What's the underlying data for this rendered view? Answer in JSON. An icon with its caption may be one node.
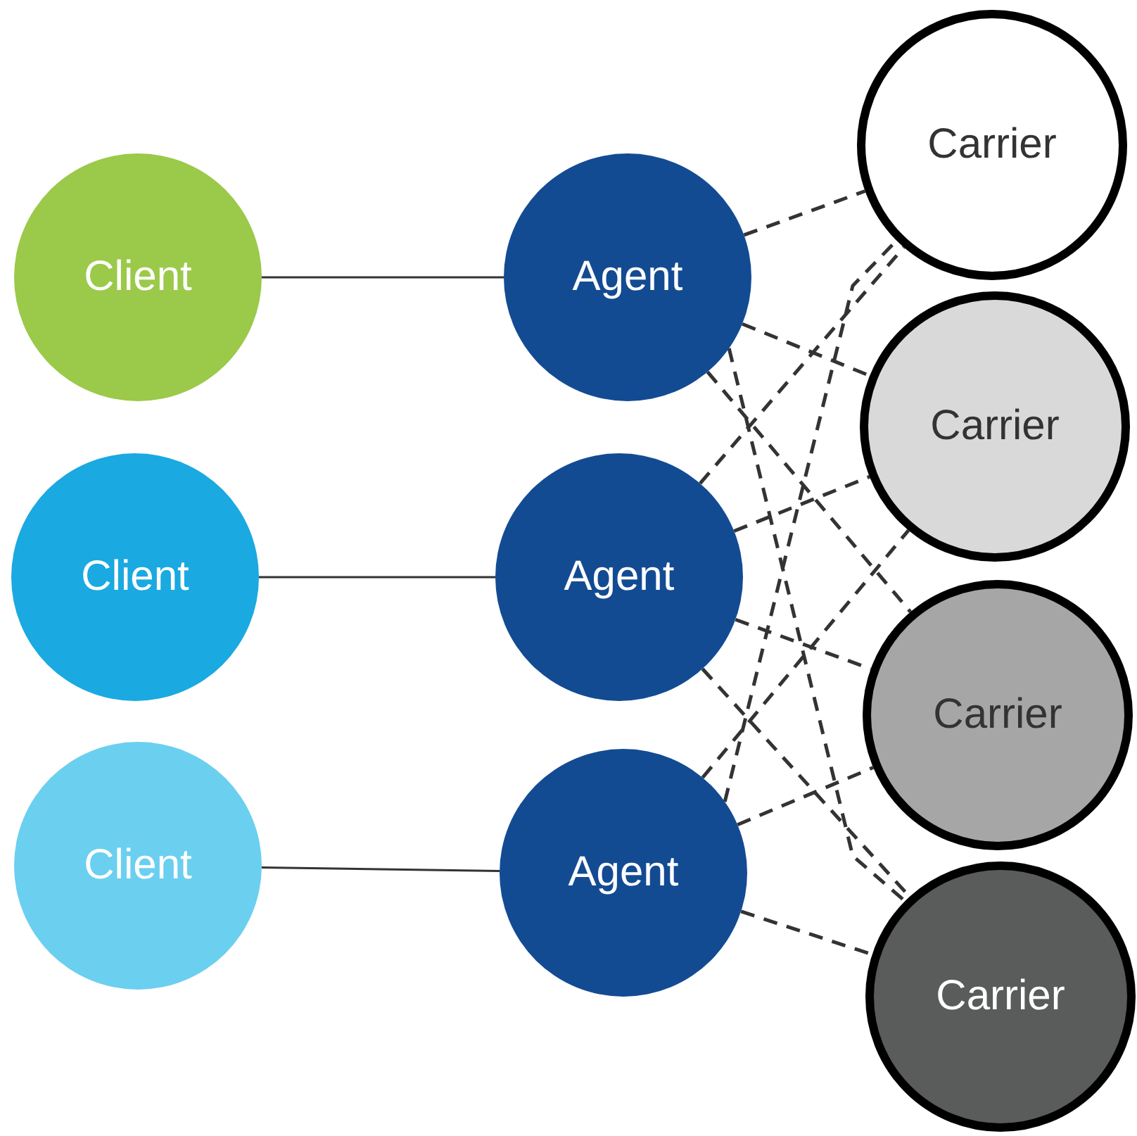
{
  "diagram": {
    "nodes": [
      {
        "text": [
          "Client"
        ]
      },
      {
        "text": [
          "Client"
        ]
      },
      {
        "text": [
          "Client"
        ]
      },
      {
        "text": [
          "Agent"
        ]
      },
      {
        "text": [
          "Agent"
        ]
      },
      {
        "text": [
          "Agent"
        ]
      },
      {
        "text": [
          "Carrier"
        ]
      },
      {
        "text": [
          "Carrier"
        ]
      },
      {
        "text": [
          "Carrier"
        ]
      },
      {
        "text": [
          "Carrier"
        ]
      }
    ],
    "edges": [
      {
        "from": 0,
        "to": 3,
        "arrow": "none"
      },
      {
        "from": 1,
        "to": 4,
        "arrow": "none"
      },
      {
        "from": 2,
        "to": 5,
        "arrow": "none"
      },
      {
        "from": 3,
        "to": 6,
        "arrow": "none",
        "style": "dashed"
      },
      {
        "from": 3,
        "to": 7,
        "arrow": "none",
        "style": "dashed"
      },
      {
        "from": 3,
        "to": 8,
        "arrow": "none",
        "style": "dashed"
      },
      {
        "from": 3,
        "to": 9,
        "arrow": "none",
        "style": "dashed"
      },
      {
        "from": 4,
        "to": 6,
        "arrow": "none",
        "style": "dashed"
      },
      {
        "from": 4,
        "to": 7,
        "arrow": "none",
        "style": "dashed"
      },
      {
        "from": 4,
        "to": 8,
        "arrow": "none",
        "style": "dashed"
      },
      {
        "from": 4,
        "to": 9,
        "arrow": "none",
        "style": "dashed"
      },
      {
        "from": 5,
        "to": 6,
        "arrow": "none",
        "style": "dashed"
      },
      {
        "from": 5,
        "to": 7,
        "arrow": "none",
        "style": "dashed"
      },
      {
        "from": 5,
        "to": 8,
        "arrow": "none",
        "style": "dashed"
      },
      {
        "from": 5,
        "to": 9,
        "arrow": "none",
        "style": "dashed"
      }
    ]
  }
}
